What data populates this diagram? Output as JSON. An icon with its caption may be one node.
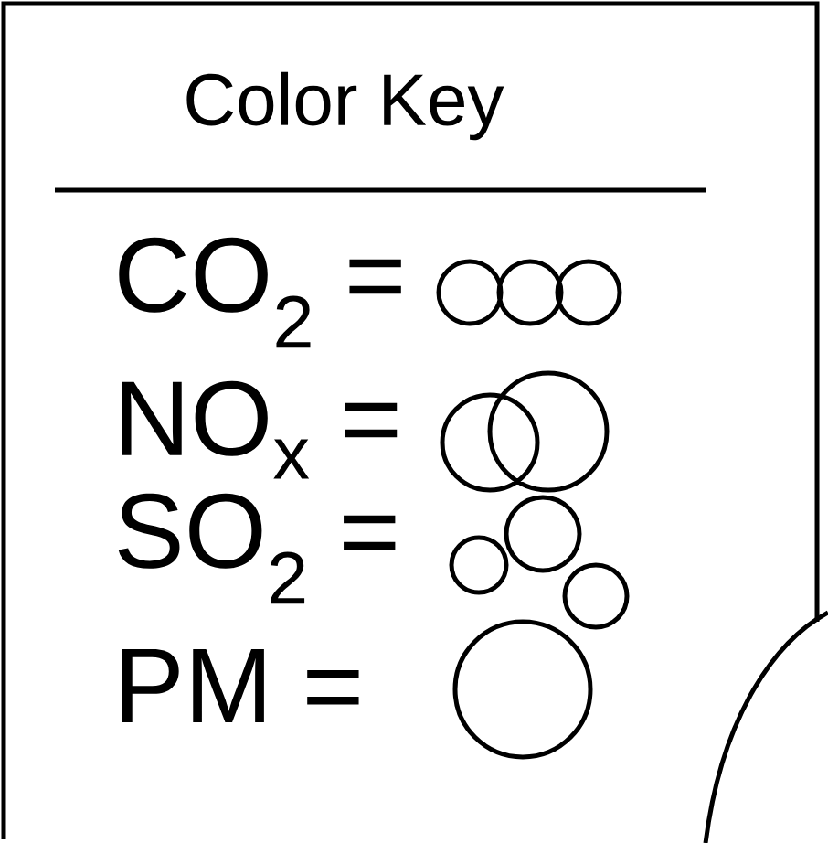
{
  "diagram": {
    "title": "Color Key",
    "legend": [
      {
        "text": "CO$_{2}$ ="
      },
      {
        "text": "NO$_{x}$ ="
      },
      {
        "text": "SO$_{2}$ ="
      },
      {
        "text": "PM ="
      }
    ]
  }
}
